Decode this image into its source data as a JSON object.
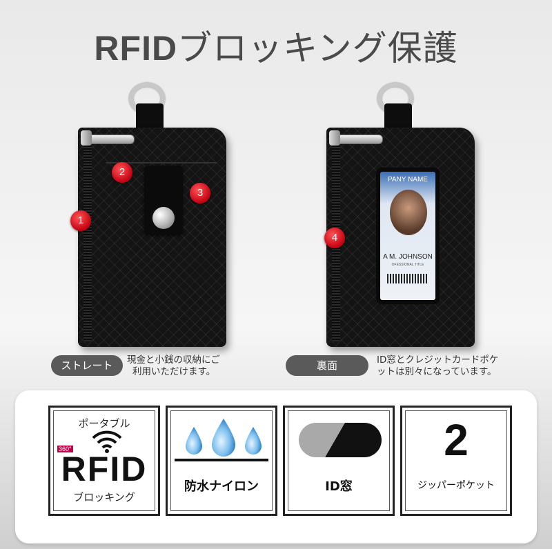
{
  "title": {
    "latin": "RFID",
    "japanese": "ブロッキング保護"
  },
  "left_wallet": {
    "markers": [
      "1",
      "2",
      "3"
    ],
    "caption_label": "ストレート",
    "caption_text_line1": "現金と小銭の収納にご",
    "caption_text_line2": "利用いただけます。"
  },
  "right_wallet": {
    "marker": "4",
    "id_card": {
      "company": "PANY NAME",
      "name": "A M. JOHNSON",
      "subtitle": "OFESSIONAL TITLE"
    },
    "caption_label": "裏面",
    "caption_text_line1": "ID窓とクレジットカードポケ",
    "caption_text_line2": "ットは別々になっています。"
  },
  "features": [
    {
      "top": "ポータブル",
      "badge": "360°",
      "main": "RFID",
      "bottom": "ブロッキング",
      "icon": "wifi-icon"
    },
    {
      "label": "防水ナイロン",
      "icon": "water-drops-icon"
    },
    {
      "label": "ID窓",
      "icon": "id-window-icon"
    },
    {
      "big": "2",
      "label": "ジッパーポケット"
    }
  ],
  "colors": {
    "marker_red": "#c40012",
    "pill_gray": "#5a5a5a",
    "wallet_black": "#141414"
  }
}
